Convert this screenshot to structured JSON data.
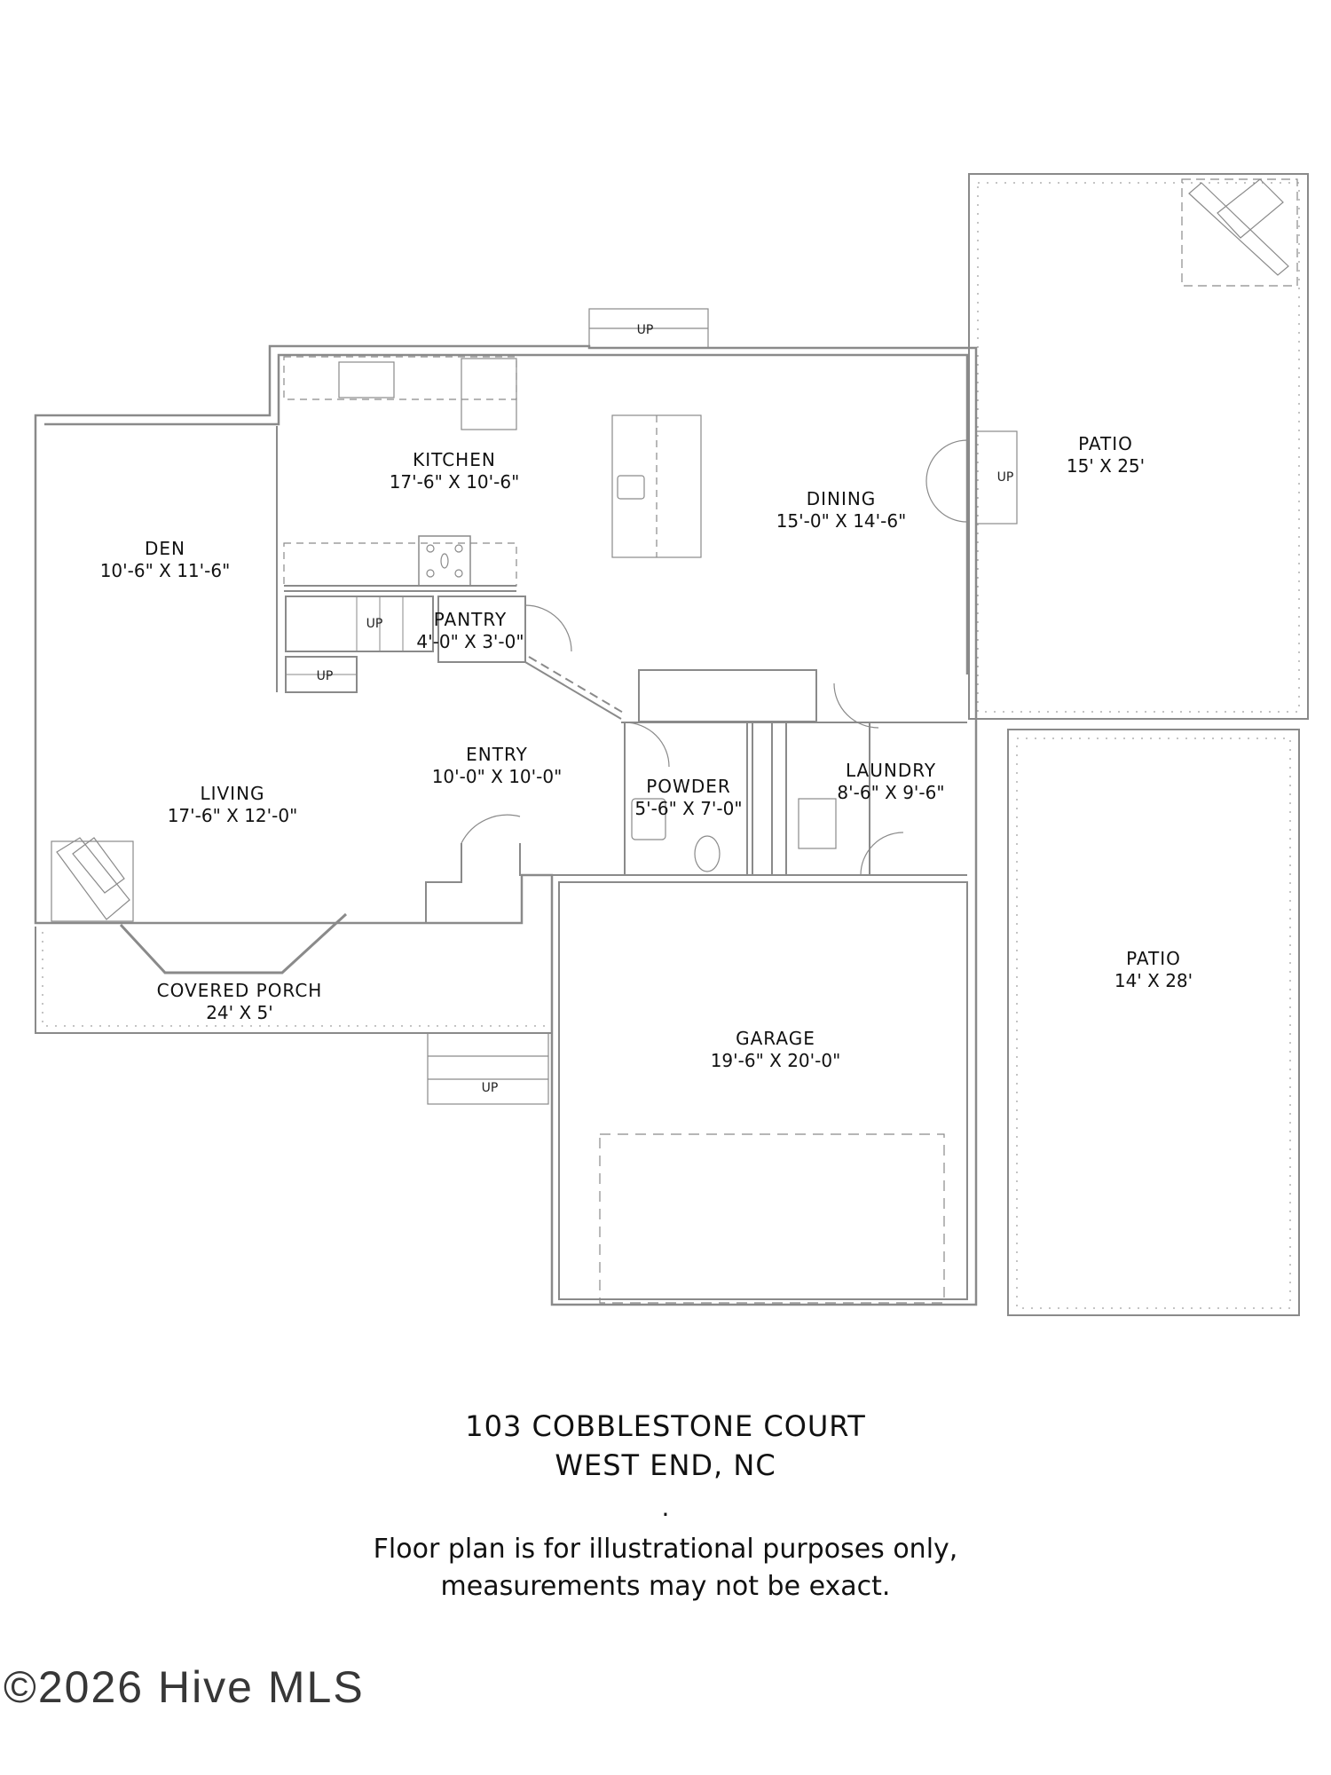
{
  "rooms": {
    "kitchen": {
      "name": "KITCHEN",
      "dims": "17'-6\" X 10'-6\""
    },
    "den": {
      "name": "DEN",
      "dims": "10'-6\" X 11'-6\""
    },
    "dining": {
      "name": "DINING",
      "dims": "15'-0\" X 14'-6\""
    },
    "patio_upper": {
      "name": "PATIO",
      "dims": "15' X 25'"
    },
    "pantry": {
      "name": "PANTRY",
      "dims": "4'-0\" X 3'-0\""
    },
    "entry": {
      "name": "ENTRY",
      "dims": "10'-0\" X 10'-0\""
    },
    "living": {
      "name": "LIVING",
      "dims": "17'-6\" X 12'-0\""
    },
    "powder": {
      "name": "POWDER",
      "dims": "5'-6\" X 7'-0\""
    },
    "laundry": {
      "name": "LAUNDRY",
      "dims": "8'-6\" X 9'-6\""
    },
    "covered_porch": {
      "name": "COVERED PORCH",
      "dims": "24' X 5'"
    },
    "garage": {
      "name": "GARAGE",
      "dims": "19'-6\" X 20'-0\""
    },
    "patio_lower": {
      "name": "PATIO",
      "dims": "14' X 28'"
    }
  },
  "stair_labels": {
    "rear": "UP",
    "patio_door": "UP",
    "interior_main": "UP",
    "interior_lower": "UP",
    "front": "UP"
  },
  "footer": {
    "address_line1": "103 COBBLESTONE COURT",
    "address_line2": "WEST END, NC",
    "separator": ".",
    "disclaimer_line1": "Floor plan is for illustrational purposes only,",
    "disclaimer_line2": "measurements may not be exact."
  },
  "watermark": "©2026 Hive MLS",
  "colors": {
    "wall": "#8a8a8a",
    "fixture": "#9a9a9a",
    "text": "#111111",
    "background": "#ffffff"
  }
}
